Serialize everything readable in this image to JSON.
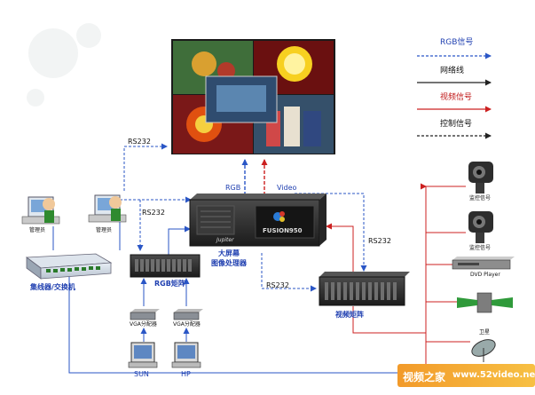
{
  "legend": {
    "rgb": "RGB信号",
    "network": "网络线",
    "video": "视频信号",
    "control": "控制信号"
  },
  "labels": {
    "rs232_top": "RS232",
    "rs232_left": "RS232",
    "rs232_mid": "RS232",
    "rs232_right": "RS232",
    "rgb_arrow": "RGB",
    "video_arrow": "Video",
    "admin1": "管理员",
    "admin2": "管理员",
    "hub": "集线器/交换机",
    "rgb_matrix": "RGB矩阵",
    "processor_line1": "大屏幕",
    "processor_line2": "图像处理器",
    "processor_brand": "FUSION950",
    "processor_model": "Jupiter",
    "video_matrix": "视频矩阵",
    "vga1": "VGA分配器",
    "vga2": "VGA分配器",
    "sun": "SUN",
    "hp": "HP",
    "cam1": "监控信号",
    "cam2": "监控信号",
    "dvd": "DVD Player",
    "satellite": "卫星"
  },
  "watermark": {
    "left": "视频之家",
    "right": "www.52video.net"
  },
  "colors": {
    "rgb_signal": "#2a56c6",
    "video_signal": "#cc2020",
    "control_signal": "#333333",
    "network_line": "#2a56c6",
    "device_dark": "#2c2c2c"
  }
}
